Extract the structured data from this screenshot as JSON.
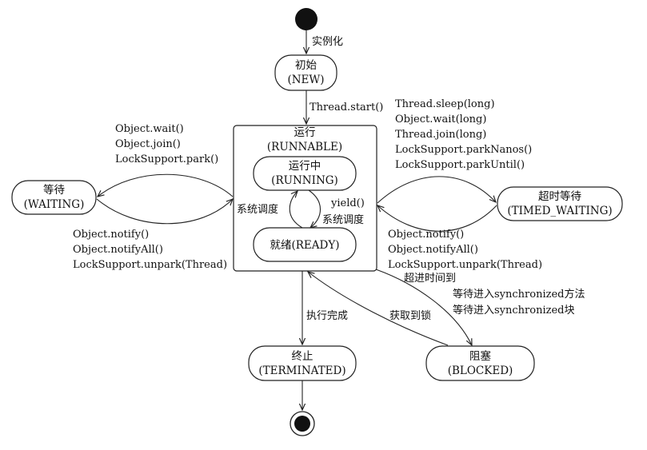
{
  "states": {
    "new": {
      "cn": "初始",
      "en": "(NEW)"
    },
    "runnable": {
      "cn": "运行",
      "en": "(RUNNABLE)"
    },
    "running": {
      "cn": "运行中",
      "en": "(RUNNING)"
    },
    "ready": {
      "label": "就绪(READY)"
    },
    "waiting": {
      "cn": "等待",
      "en": "(WAITING)"
    },
    "timed_waiting": {
      "cn": "超时等待",
      "en": "(TIMED_WAITING)"
    },
    "blocked": {
      "cn": "阻塞",
      "en": "(BLOCKED)"
    },
    "terminated": {
      "cn": "终止",
      "en": "(TERMINATED)"
    }
  },
  "transitions": {
    "instantiate": "实例化",
    "thread_start": "Thread.start()",
    "to_waiting": [
      "Object.wait()",
      "Object.join()",
      "LockSupport.park()"
    ],
    "from_waiting": [
      "Object.notify()",
      "Object.notifyAll()",
      "LockSupport.unpark(Thread)"
    ],
    "to_timed_waiting": [
      "Thread.sleep(long)",
      "Object.wait(long)",
      "Thread.join(long)",
      "LockSupport.parkNanos()",
      "LockSupport.parkUntil()"
    ],
    "from_timed_waiting": [
      "Object.notify()",
      "Object.notifyAll()",
      "LockSupport.unpark(Thread)"
    ],
    "timeout": "超进时间到",
    "system_schedule_left": "系统调度",
    "yield": "yield()",
    "system_schedule_right": "系统调度",
    "to_blocked": [
      "等待进入synchronized方法",
      "等待进入synchronized块"
    ],
    "acquire_lock": "获取到锁",
    "finished": "执行完成"
  }
}
